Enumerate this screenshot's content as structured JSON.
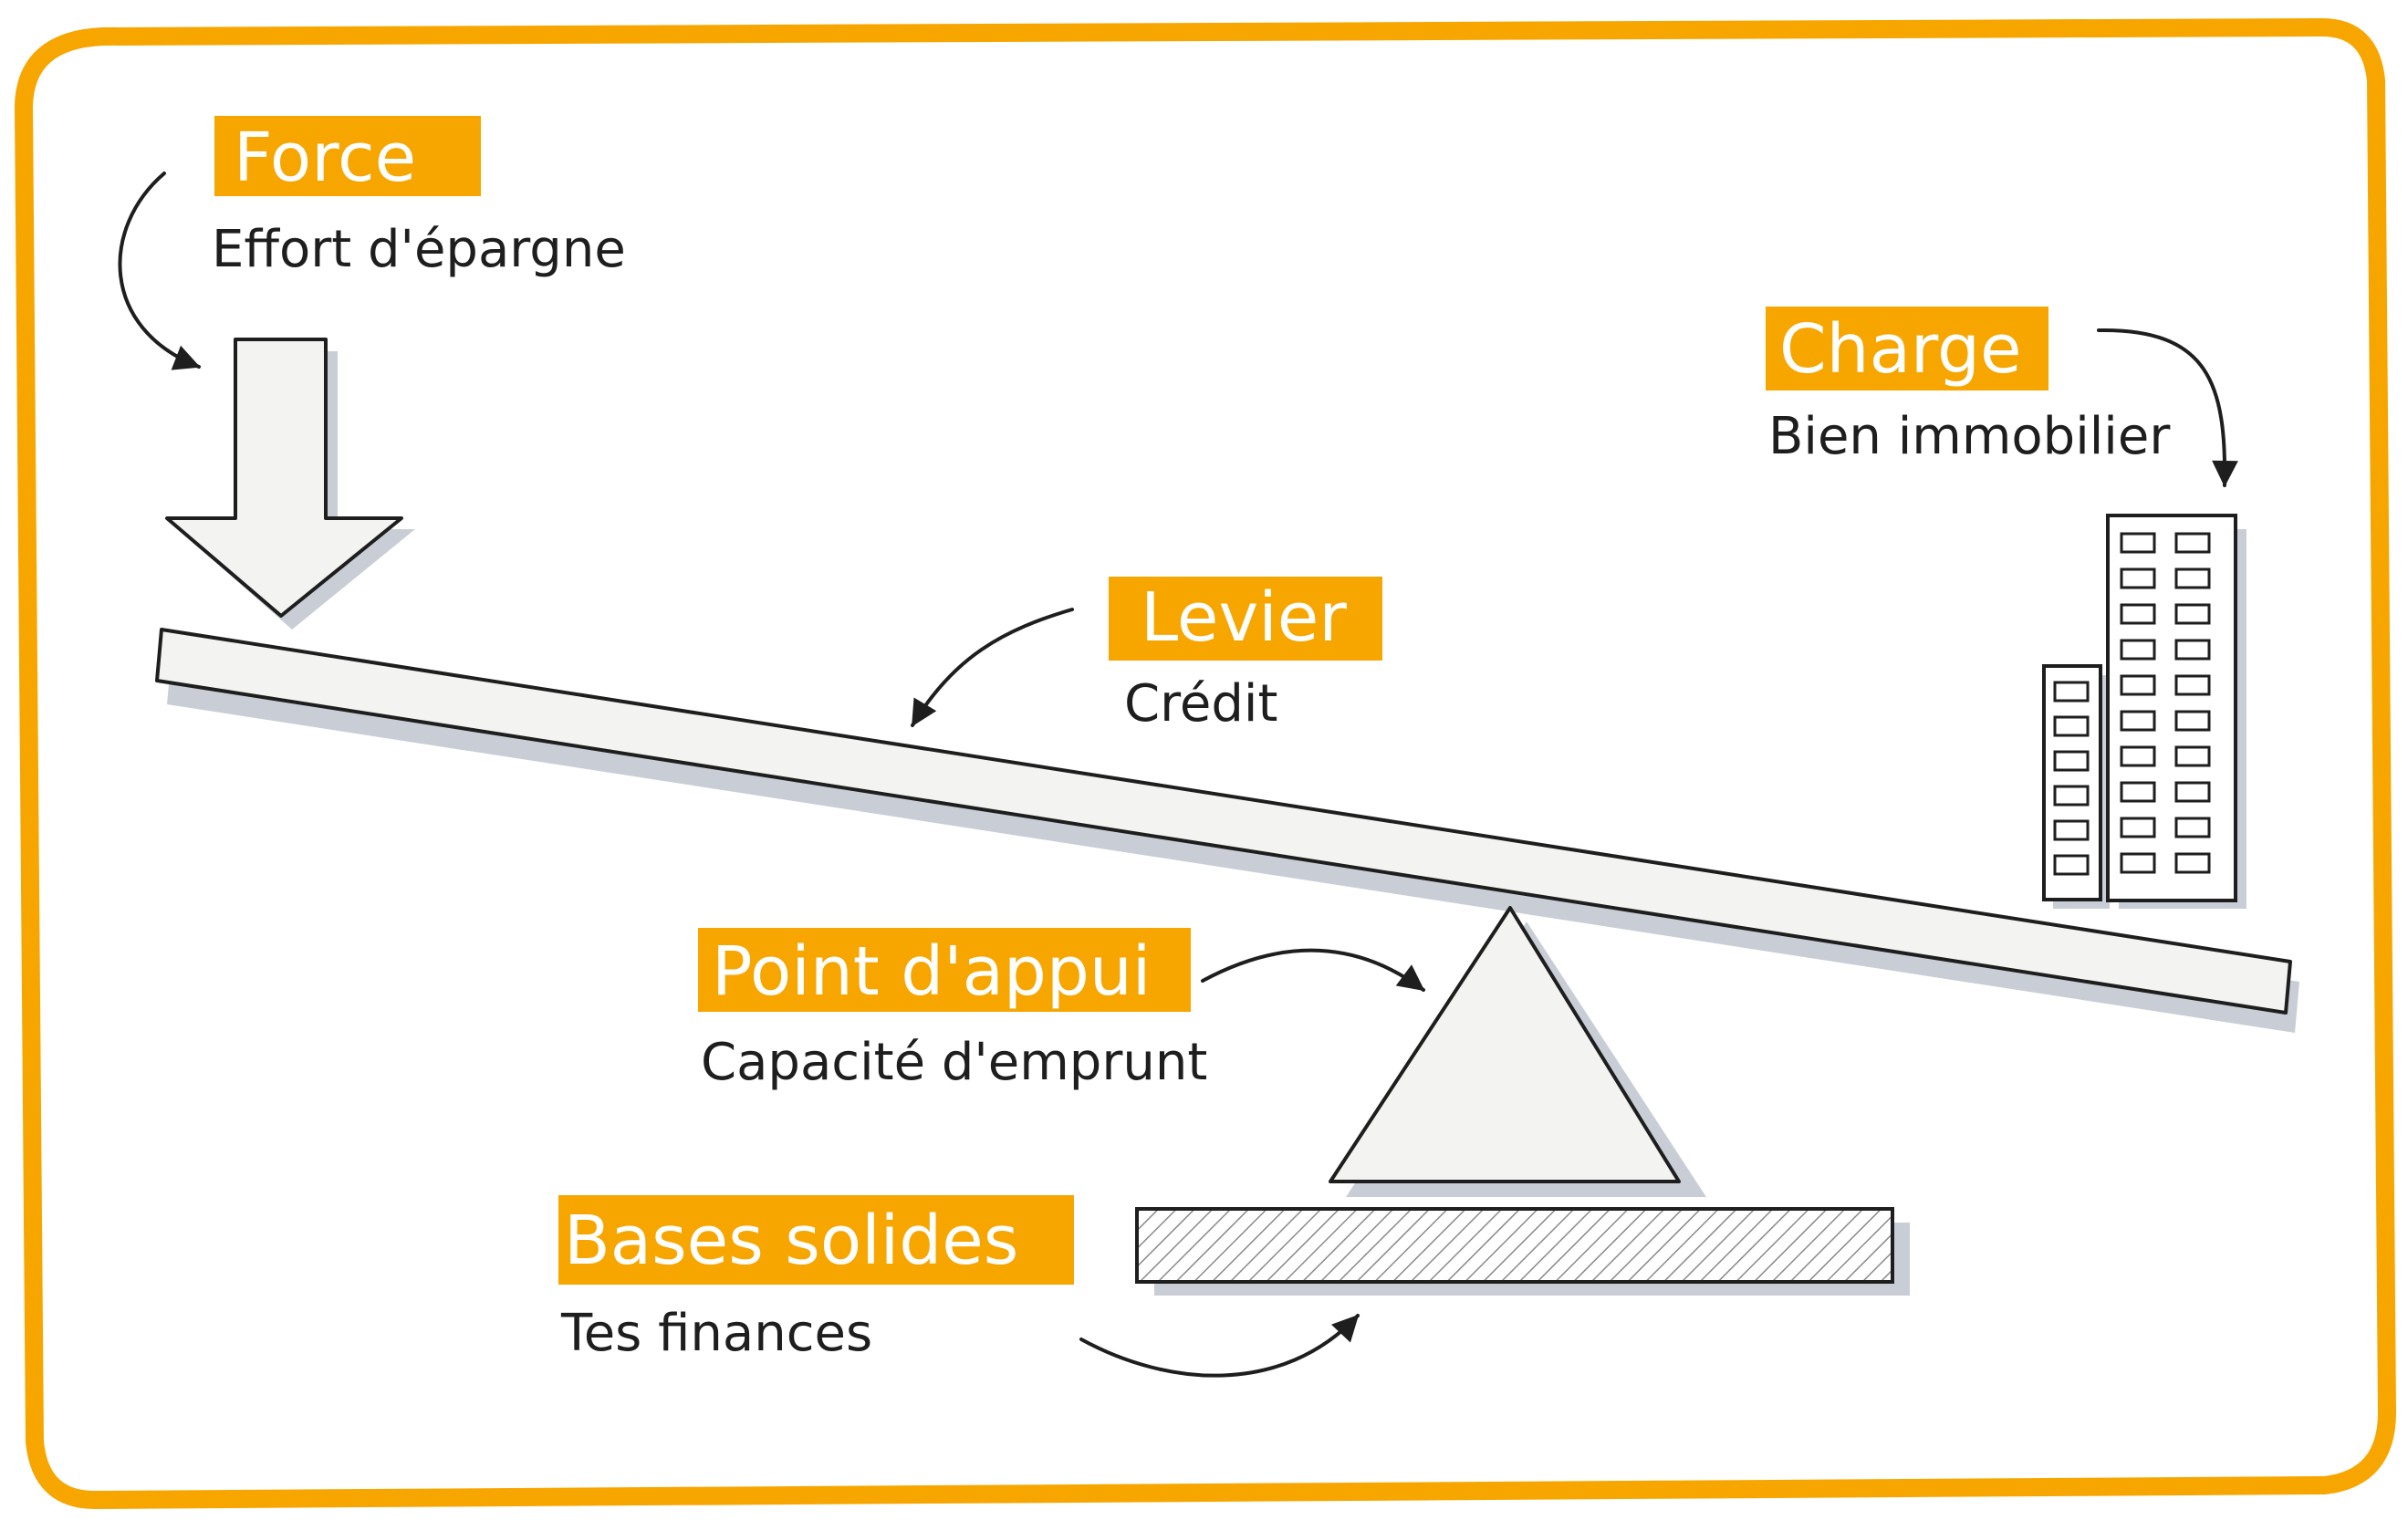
{
  "colors": {
    "accent": "#f7a600",
    "ink": "#1e1e1e",
    "shape_fill": "#f3f3f1",
    "shadow": "#c9ced6",
    "background": "#ffffff"
  },
  "labels": {
    "force": {
      "title": "Force",
      "subtitle": "Effort d'épargne"
    },
    "charge": {
      "title": "Charge",
      "subtitle": "Bien immobilier"
    },
    "levier": {
      "title": "Levier",
      "subtitle": "Crédit"
    },
    "appui": {
      "title": "Point d'appui",
      "subtitle": "Capacité d'emprunt"
    },
    "bases": {
      "title": "Bases solides",
      "subtitle": "Tes finances"
    }
  },
  "icons": {
    "force_arrow": "down-arrow-icon",
    "building": "building-icon",
    "fulcrum": "triangle-icon",
    "base": "hatched-plank-icon"
  }
}
